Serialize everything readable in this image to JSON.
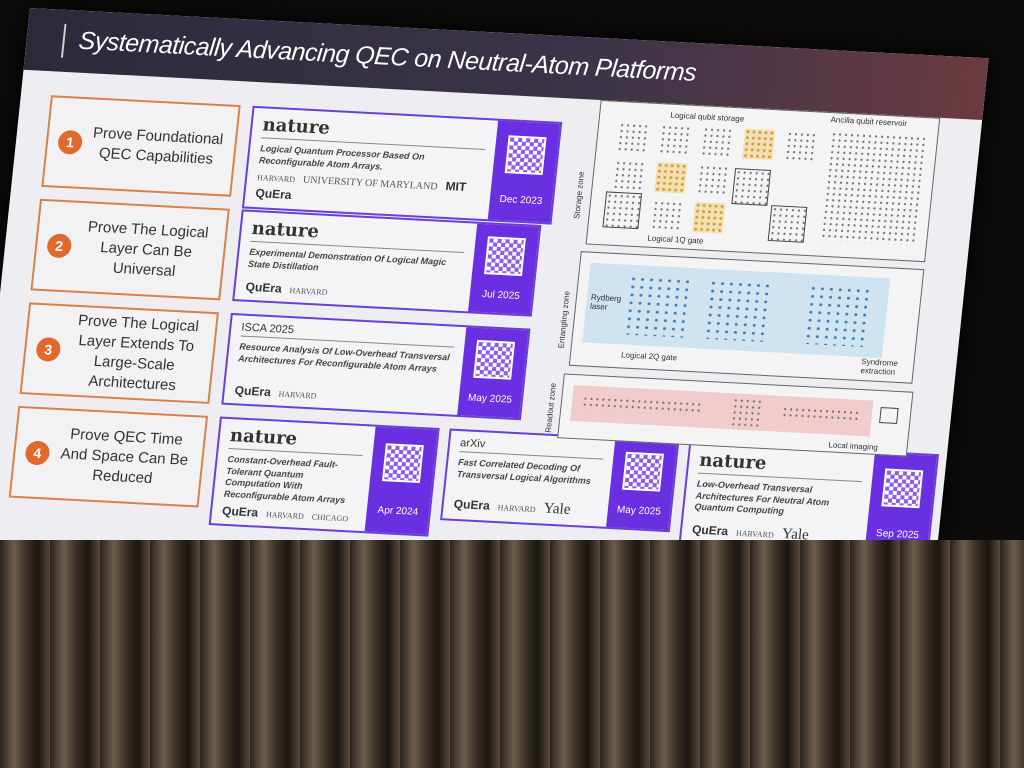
{
  "slide": {
    "title": "Systematically Advancing QEC on Neutral-Atom Platforms"
  },
  "goals": [
    {
      "num": "1",
      "text": "Prove Foundational QEC Capabilities"
    },
    {
      "num": "2",
      "text": "Prove The Logical Layer Can Be Universal"
    },
    {
      "num": "3",
      "text": "Prove The Logical Layer Extends To Large-Scale Architectures"
    },
    {
      "num": "4",
      "text": "Prove QEC Time And Space Can Be Reduced"
    }
  ],
  "papers": [
    {
      "venue": "nature",
      "title": "Logical Quantum Processor Based On Reconfigurable Atom Arrays.",
      "logos": [
        "HARVARD",
        "UNIVERSITY OF MARYLAND",
        "MIT",
        "QuEra"
      ],
      "date": "Dec 2023"
    },
    {
      "venue": "nature",
      "title": "Experimental Demonstration Of Logical Magic State Distillation",
      "logos": [
        "QuEra",
        "HARVARD"
      ],
      "date": "Jul 2025"
    },
    {
      "venue": "ISCA 2025",
      "title": "Resource Analysis Of Low-Overhead Transversal Architectures For Reconfigurable Atom Arrays",
      "logos": [
        "QuEra",
        "HARVARD"
      ],
      "date": "May 2025"
    },
    {
      "venue": "nature",
      "title": "Constant-Overhead Fault-Tolerant Quantum Computation With Reconfigurable Atom Arrays",
      "logos": [
        "QuEra",
        "HARVARD",
        "CHICAGO"
      ],
      "date": "Apr 2024"
    },
    {
      "venue": "arXiv",
      "title": "Fast Correlated Decoding Of Transversal Logical Algorithms",
      "logos": [
        "QuEra",
        "HARVARD",
        "Yale"
      ],
      "date": "May 2025"
    },
    {
      "venue": "nature",
      "title": "Low-Overhead Transversal Architectures For Neutral Atom Quantum Computing",
      "logos": [
        "QuEra",
        "HARVARD",
        "Yale"
      ],
      "date": "Sep 2025"
    }
  ],
  "diagram": {
    "storage_zone": "Storage zone",
    "entangling_zone": "Entangling zone",
    "readout_zone": "Readout zone",
    "logical_storage": "Logical qubit storage",
    "ancilla": "Ancilla qubit reservoir",
    "gate_1q": "Logical 1Q gate",
    "rydberg": "Rydberg laser",
    "gate_2q": "Logical 2Q gate",
    "syndrome": "Syndrome extraction",
    "imaging": "Local imaging"
  },
  "colors": {
    "accent": "#6a2fe0",
    "goal": "#e06a2c"
  }
}
